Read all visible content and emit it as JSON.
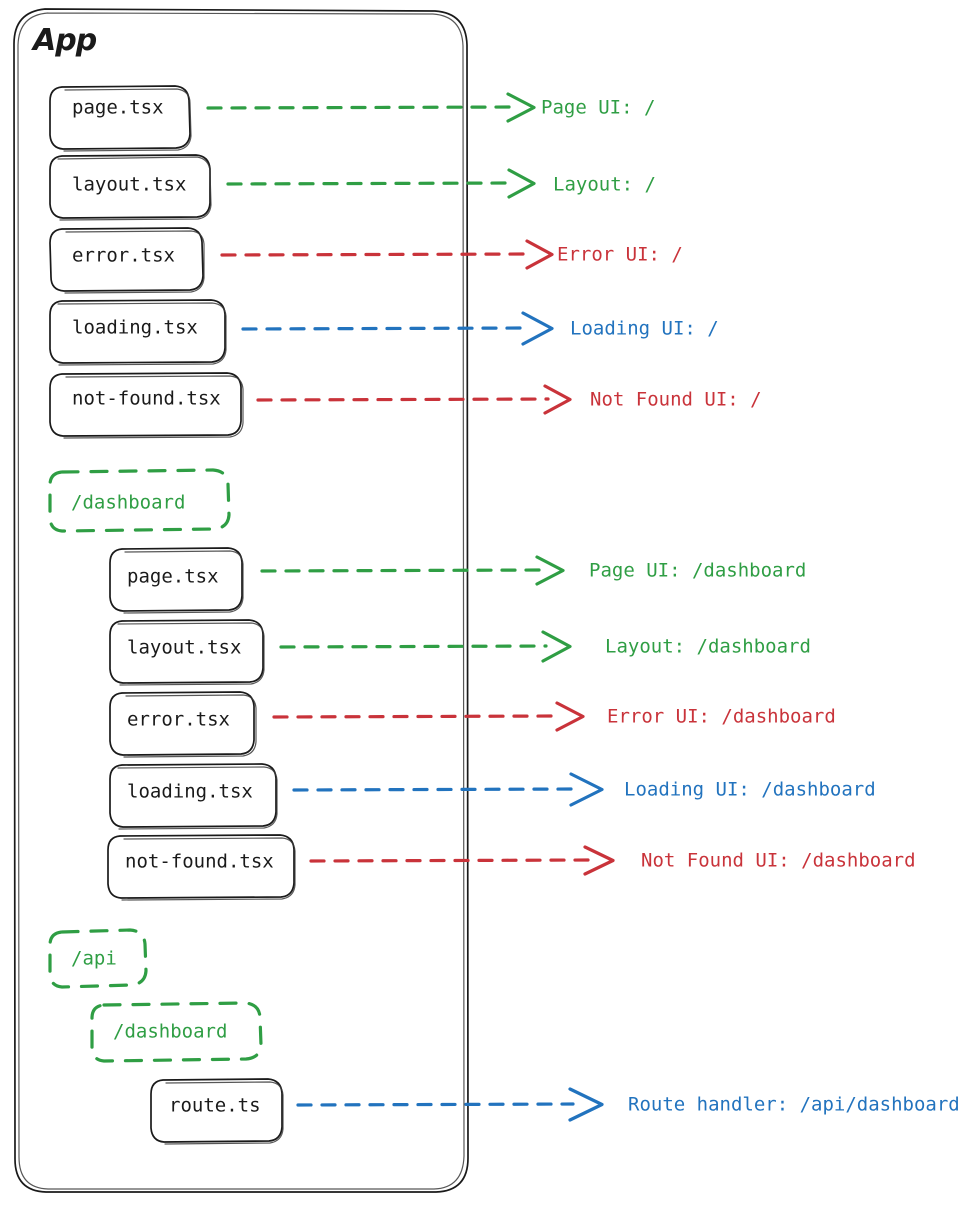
{
  "diagram": {
    "title": "App",
    "type": "next-js-app-router-file-conventions",
    "background": "#ffffff",
    "colors": {
      "green": "#2f9e44",
      "red": "#c9333a",
      "blue": "#2273be",
      "ink": "#1a1a1a"
    },
    "root_container": {
      "label": "App"
    },
    "root_files": [
      {
        "file": "page.tsx",
        "arrow_color": "green",
        "label": "Page UI: /"
      },
      {
        "file": "layout.tsx",
        "arrow_color": "green",
        "label": "Layout: /"
      },
      {
        "file": "error.tsx",
        "arrow_color": "red",
        "label": "Error UI: /"
      },
      {
        "file": "loading.tsx",
        "arrow_color": "blue",
        "label": "Loading UI: /"
      },
      {
        "file": "not-found.tsx",
        "arrow_color": "red",
        "label": "Not Found UI: /"
      }
    ],
    "groups": [
      {
        "name": "/dashboard",
        "files": [
          {
            "file": "page.tsx",
            "arrow_color": "green",
            "label": "Page UI: /dashboard"
          },
          {
            "file": "layout.tsx",
            "arrow_color": "green",
            "label": "Layout: /dashboard"
          },
          {
            "file": "error.tsx",
            "arrow_color": "red",
            "label": "Error UI: /dashboard"
          },
          {
            "file": "loading.tsx",
            "arrow_color": "blue",
            "label": "Loading UI: /dashboard"
          },
          {
            "file": "not-found.tsx",
            "arrow_color": "red",
            "label": "Not Found UI: /dashboard"
          }
        ]
      },
      {
        "name": "/api",
        "subgroups": [
          {
            "name": "/dashboard",
            "files": [
              {
                "file": "route.ts",
                "arrow_color": "blue",
                "label": "Route handler: /api/dashboard"
              }
            ]
          }
        ]
      }
    ]
  }
}
